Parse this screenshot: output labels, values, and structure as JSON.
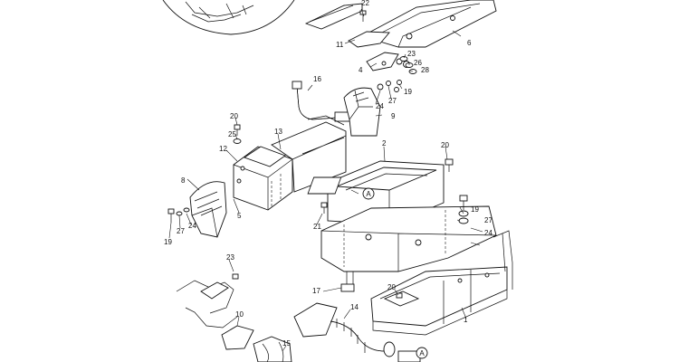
{
  "callouts": {
    "c1": "1",
    "c2": "2",
    "c4": "4",
    "c5": "5",
    "c6": "6",
    "c8": "8",
    "c9": "9",
    "c10": "10",
    "c11": "11",
    "c12": "12",
    "c13": "13",
    "c14": "14",
    "c15": "15",
    "c16": "16",
    "c17": "17",
    "c19a": "19",
    "c19b": "19",
    "c19c": "19",
    "c20a": "20",
    "c20b": "20",
    "c20c": "20",
    "c21": "21",
    "c22": "22",
    "c23a": "23",
    "c23b": "23",
    "c24a": "24",
    "c24b": "24",
    "c24c": "24",
    "c25": "25",
    "c26": "26",
    "c27a": "27",
    "c27b": "27",
    "c27c": "27",
    "c28": "28"
  },
  "markers": {
    "a1": "A",
    "a2": "A"
  }
}
